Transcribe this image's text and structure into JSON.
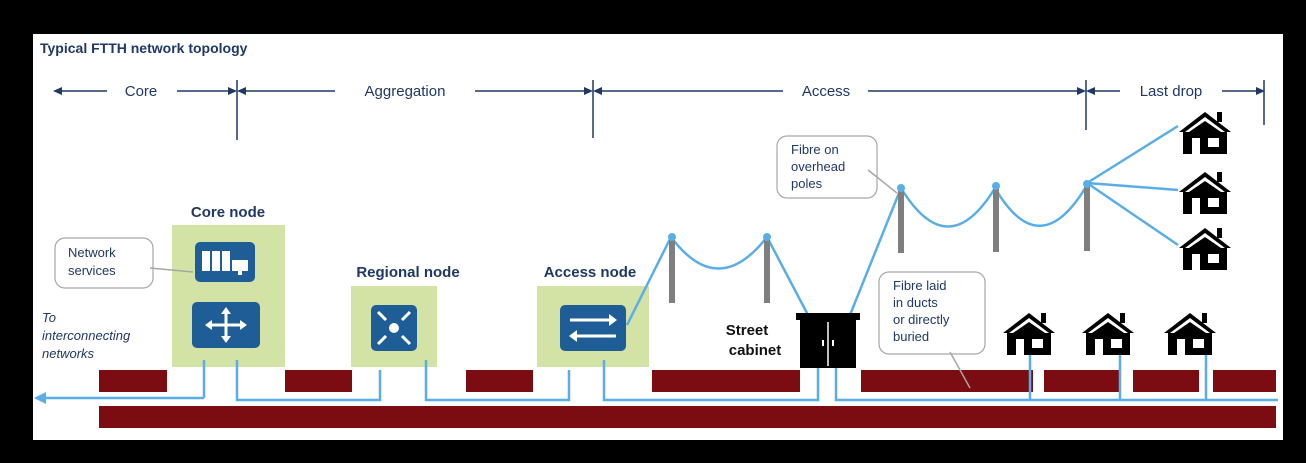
{
  "title": "Typical FTTH network topology",
  "segments": [
    {
      "key": "core",
      "label": "Core"
    },
    {
      "key": "aggregation",
      "label": "Aggregation"
    },
    {
      "key": "access",
      "label": "Access"
    },
    {
      "key": "last_drop",
      "label": "Last drop"
    }
  ],
  "nodes": {
    "core": "Core node",
    "regional": "Regional node",
    "access": "Access node",
    "street_cabinet": [
      "Street",
      "cabinet"
    ]
  },
  "callouts": {
    "network_services": [
      "Network",
      "services"
    ],
    "overhead": [
      "Fibre on",
      "overhead",
      "poles"
    ],
    "ducts": [
      "Fibre laid",
      "in ducts",
      "or directly",
      "buried"
    ]
  },
  "interconnect": [
    "To",
    "interconnecting",
    "networks"
  ],
  "colors": {
    "fibre": "#5aaee8",
    "duct": "#7b0d12",
    "node_bg": "#d2e3a5",
    "device": "#1f5d97",
    "text": "#1f3864",
    "pole": "#7f7f7f"
  },
  "icons": [
    "server-icon",
    "router-icon",
    "switch-icon",
    "exchange-icon",
    "house-icon",
    "cabinet-icon"
  ]
}
